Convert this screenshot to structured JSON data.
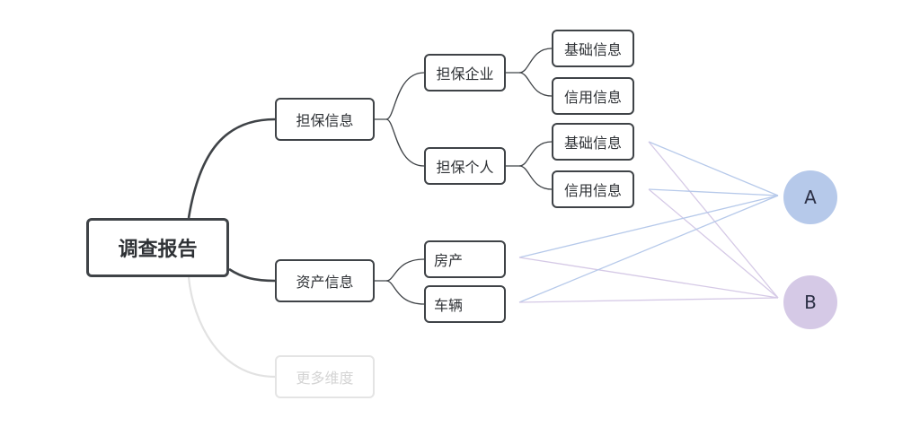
{
  "colors": {
    "branch_line": "#3f4347",
    "faded_line": "#e2e2e2",
    "link_a": "#b6c9ea",
    "link_b": "#d5c9e6",
    "circle_a": "#b6c9ea",
    "circle_b": "#d5c9e6"
  },
  "mindmap": {
    "root": "调查报告",
    "guarantee": {
      "label": "担保信息",
      "company": {
        "label": "担保企业",
        "basic": "基础信息",
        "credit": "信用信息"
      },
      "person": {
        "label": "担保个人",
        "basic": "基础信息",
        "credit": "信用信息"
      }
    },
    "assets": {
      "label": "资产信息",
      "house": "房产",
      "vehicle": "车辆"
    },
    "more": "更多维度"
  },
  "targets": {
    "a": "A",
    "b": "B"
  }
}
